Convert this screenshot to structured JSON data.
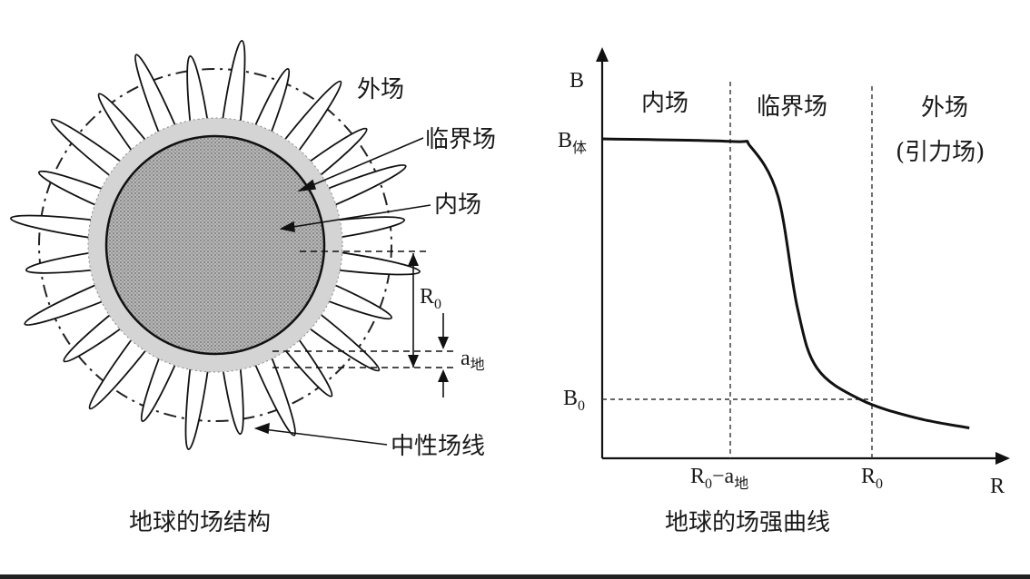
{
  "left_diagram": {
    "caption": "地球的场结构",
    "labels": {
      "outer_field": "外场",
      "critical_field": "临界场",
      "inner_field": "内场",
      "neutral_lines": "中性场线",
      "radius_main": "R",
      "radius_sub": "0",
      "a_main": "a",
      "a_sub": "地"
    },
    "spike_count": 24
  },
  "right_chart": {
    "caption": "地球的场强曲线"
  },
  "chart_data": {
    "type": "line",
    "title": "地球的场强曲线",
    "xlabel": "R",
    "ylabel": "B",
    "x_ticks": [
      {
        "main": "R",
        "sub": "0",
        "suffix": "−a",
        "suffix_sub": "地"
      },
      {
        "main": "R",
        "sub": "0"
      }
    ],
    "y_ticks": [
      {
        "main": "B",
        "sub": "体"
      },
      {
        "main": "B",
        "sub": "0"
      }
    ],
    "regions": [
      "内场",
      "临界场",
      "外场",
      "(引力场)"
    ],
    "series": [
      {
        "points": [
          [
            0.0,
            1.0
          ],
          [
            0.33,
            0.99
          ],
          [
            0.38,
            0.97
          ],
          [
            0.45,
            0.78
          ],
          [
            0.5,
            0.35
          ],
          [
            0.55,
            0.12
          ],
          [
            0.66,
            0.0
          ],
          [
            0.8,
            -0.07
          ],
          [
            0.94,
            -0.11
          ]
        ]
      }
    ],
    "x_ticks_at": [
      0.33,
      0.66
    ],
    "y_ticks_at": [
      1.0,
      0.0
    ],
    "grid": false
  }
}
